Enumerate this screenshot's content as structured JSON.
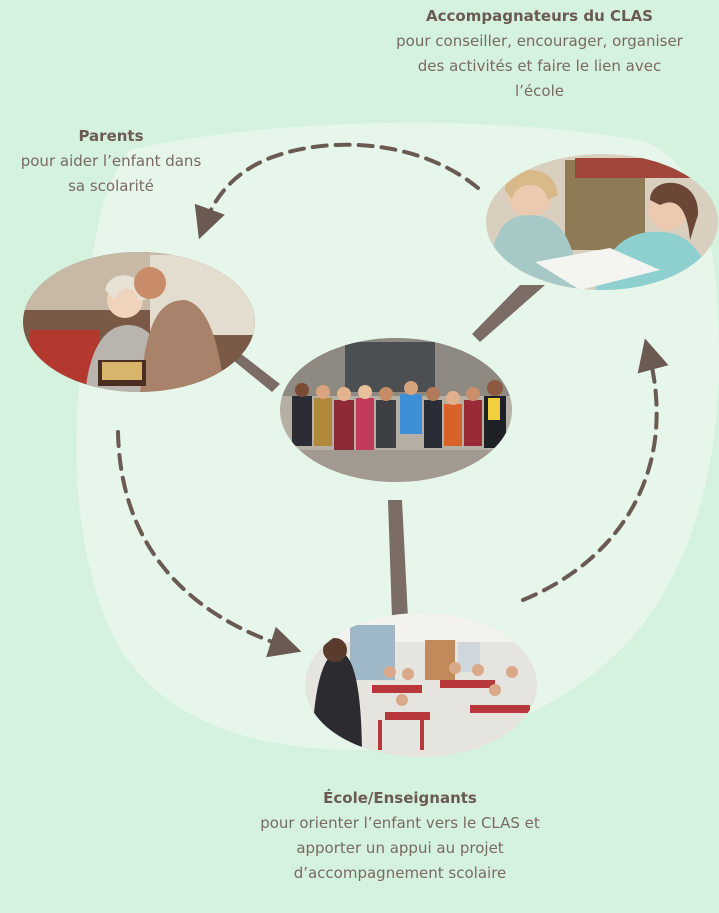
{
  "nodes": {
    "clas": {
      "title": "Accompagnateurs du CLAS",
      "lines": [
        "pour conseiller, encourager, organiser",
        "des activités et faire le lien avec",
        "l’école"
      ],
      "photo": "tutors-helping-student-photo"
    },
    "parents": {
      "title": "Parents",
      "lines": [
        "pour aider l’enfant dans",
        "sa scolarité"
      ],
      "photo": "parents-reading-book-photo"
    },
    "children": {
      "photo": "children-group-photo"
    },
    "ecole": {
      "title": "École/Enseignants",
      "lines": [
        "pour orienter l’enfant vers le CLAS et",
        "apporter un appui au projet",
        "d’accompagnement scolaire"
      ],
      "photo": "classroom-photo"
    }
  },
  "colors": {
    "background": "#d4f2dd",
    "blob": "#e6f6ea",
    "arrow": "#6b5a52",
    "connector": "#7b6c65"
  }
}
